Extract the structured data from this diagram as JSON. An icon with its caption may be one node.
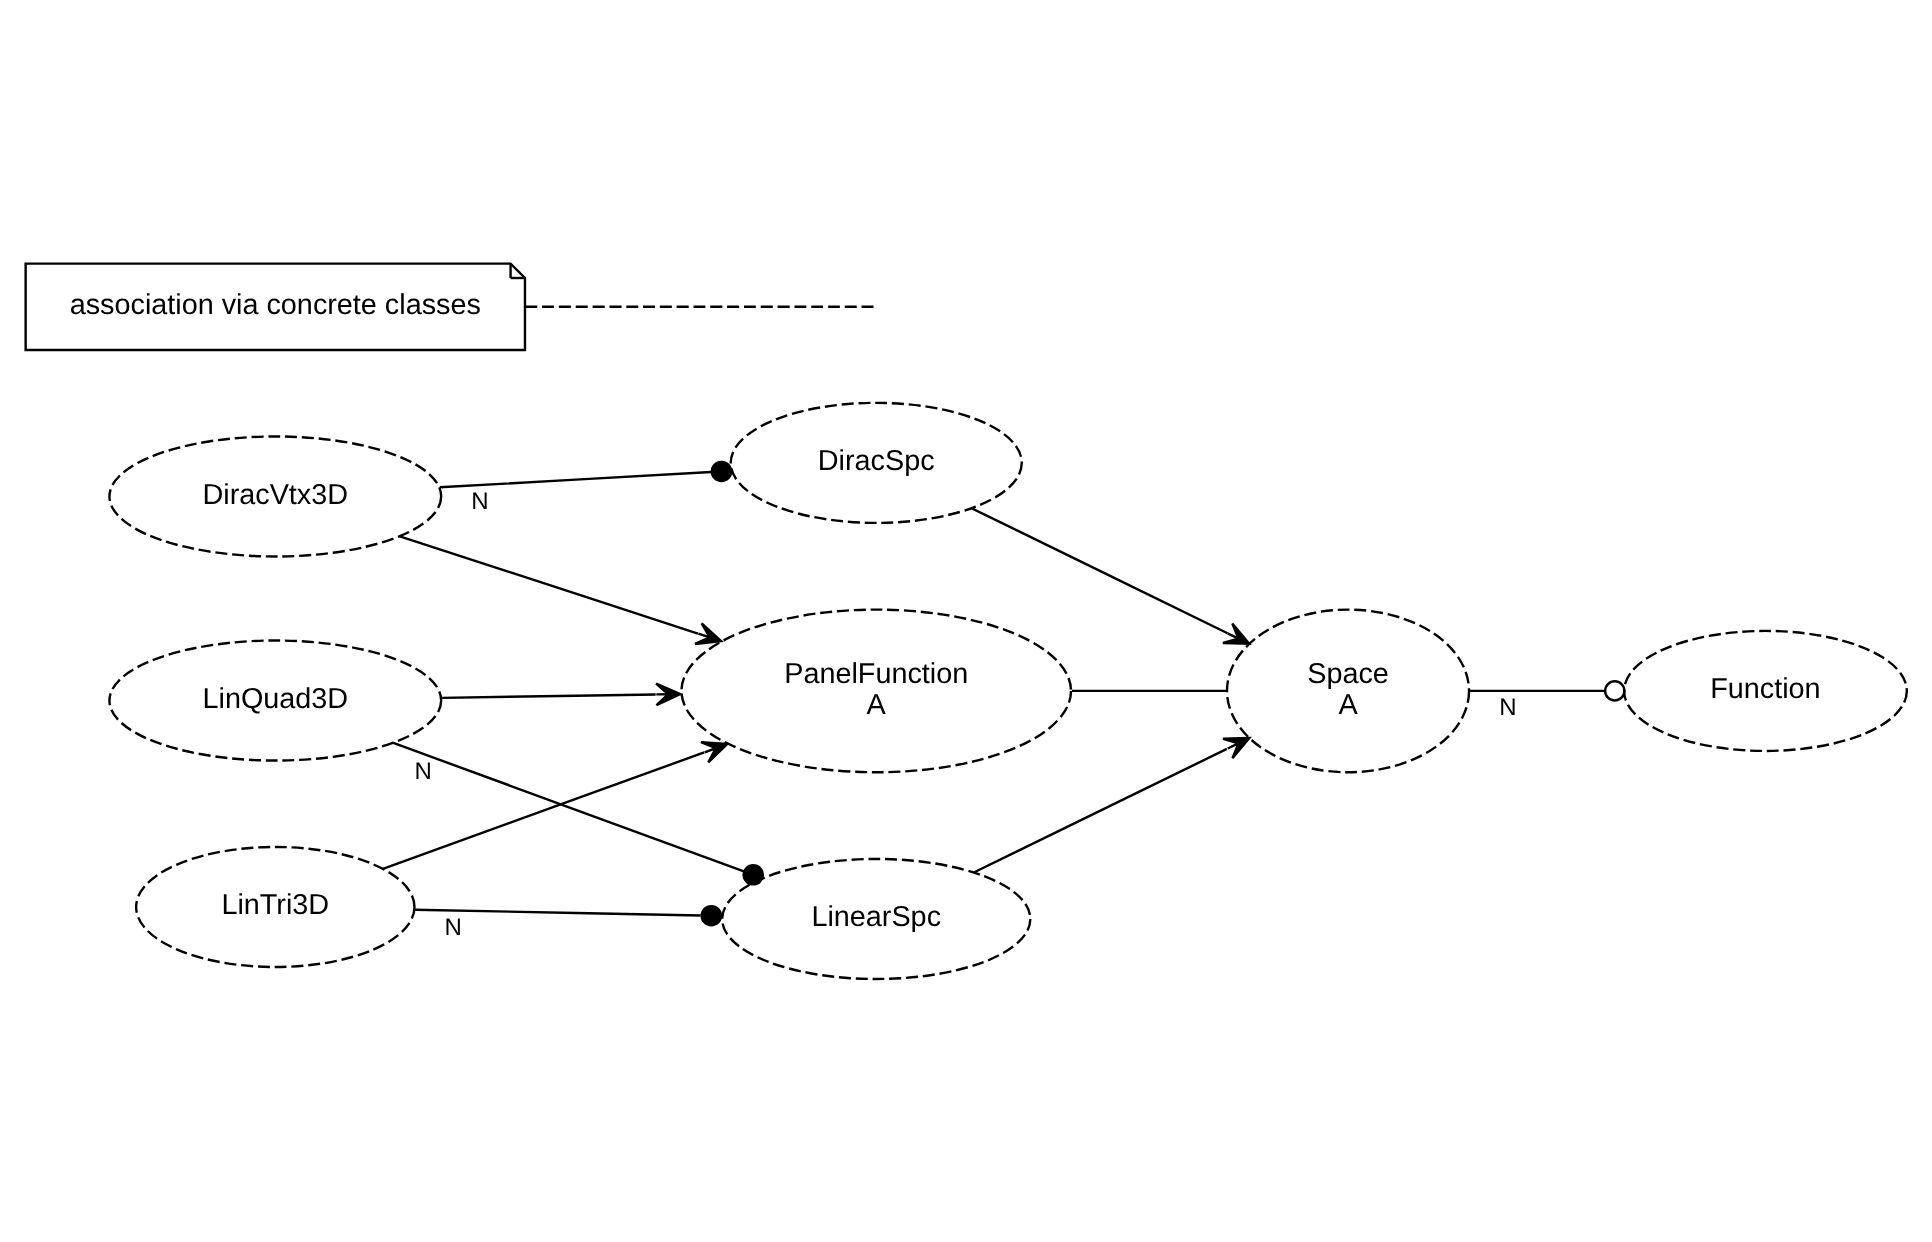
{
  "diagram": {
    "nodes": [
      {
        "text": [
          "PanelFunction",
          "A"
        ]
      },
      {
        "text": [
          "DiracVtx3D"
        ]
      },
      {
        "text": [
          "DiracSpc"
        ]
      },
      {
        "text": [
          "Space",
          "A"
        ]
      },
      {
        "text": [
          "LinTri3D"
        ]
      },
      {
        "text": [
          "LinearSpc"
        ]
      },
      {
        "text": [
          "LinQuad3D"
        ]
      },
      {
        "text": [
          "Function"
        ]
      },
      {
        "text": [
          "association via concrete classes"
        ]
      }
    ],
    "edges": [
      {
        "from": 0,
        "to": 3,
        "arrow": "none"
      },
      {
        "from": 8,
        "to": null,
        "arrow": "none",
        "style": "dashed"
      },
      {
        "from": 1,
        "to": 0,
        "arrow": "to"
      },
      {
        "from": 1,
        "to": 2,
        "arrow": "other",
        "label": "N"
      },
      {
        "from": 2,
        "to": 3,
        "arrow": "to"
      },
      {
        "from": 4,
        "to": 0,
        "arrow": "to"
      },
      {
        "from": 4,
        "to": 5,
        "arrow": "other",
        "label": "N"
      },
      {
        "from": 5,
        "to": 3,
        "arrow": "to"
      },
      {
        "from": 6,
        "to": 0,
        "arrow": "to"
      },
      {
        "from": 6,
        "to": 5,
        "arrow": "other",
        "label": "N"
      },
      {
        "from": 3,
        "to": 7,
        "arrow": "other",
        "label": "N"
      }
    ]
  }
}
